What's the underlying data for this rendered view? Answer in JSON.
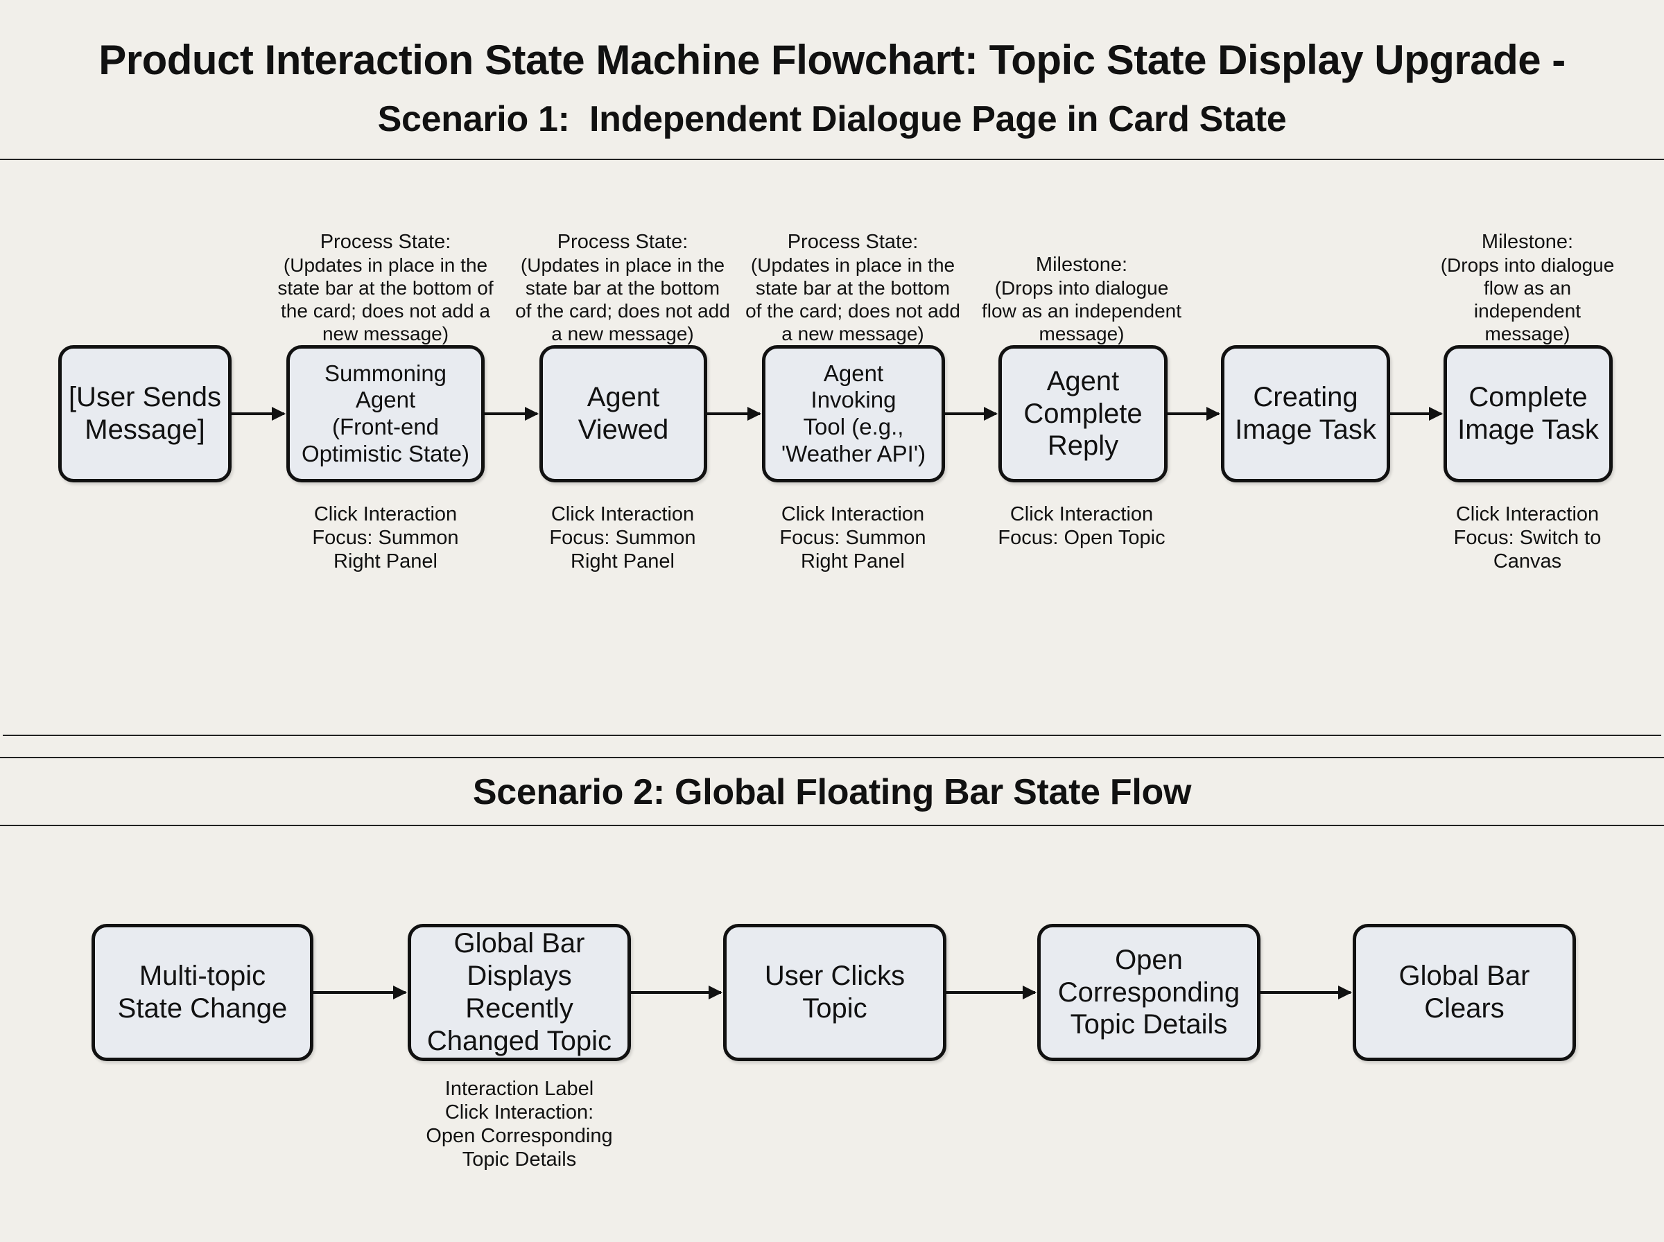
{
  "title": {
    "line1": "Product Interaction State Machine Flowchart: Topic State Display Upgrade -",
    "line2": "Scenario 1:  Independent Dialogue Page in Card State"
  },
  "scenario1": {
    "nodes": [
      {
        "label": "[User Sends\nMessage]"
      },
      {
        "label": "Summoning\nAgent\n(Front-end\nOptimistic State)"
      },
      {
        "label": "Agent\nViewed"
      },
      {
        "label": "Agent\nInvoking\nTool (e.g.,\n'Weather API')"
      },
      {
        "label": "Agent\nComplete\nReply"
      },
      {
        "label": "Creating\nImage Task"
      },
      {
        "label": "Complete\nImage Task"
      }
    ],
    "top_notes": [
      {
        "title": "Process State:",
        "body": "(Updates in place in the\nstate bar at the bottom of\nthe card; does not add a\nnew message)"
      },
      {
        "title": "Process State:",
        "body": "(Updates in place in the\nstate bar at the bottom\nof the card; does not add\na new message)"
      },
      {
        "title": "Process State:",
        "body": "(Updates in place in the\nstate bar at the bottom\nof the card; does not add\na new message)"
      },
      {
        "title": "Milestone:",
        "body": "(Drops into dialogue\nflow as an independent\nmessage)"
      },
      {
        "title": "Milestone:",
        "body": "(Drops into dialogue\nflow as an\nindependent\nmessage)"
      }
    ],
    "bottom_notes": [
      {
        "text": "Click Interaction\nFocus: Summon\nRight Panel"
      },
      {
        "text": "Click Interaction\nFocus: Summon\nRight Panel"
      },
      {
        "text": "Click Interaction\nFocus: Summon\nRight Panel"
      },
      {
        "text": "Click Interaction\nFocus: Open Topic"
      },
      {
        "text": "Click Interaction\nFocus: Switch to\nCanvas"
      }
    ]
  },
  "scenario2": {
    "title": "Scenario 2: Global Floating Bar State Flow",
    "nodes": [
      {
        "label": "Multi-topic\nState Change"
      },
      {
        "label": "Global Bar\nDisplays Recently\nChanged Topic"
      },
      {
        "label": "User Clicks\nTopic"
      },
      {
        "label": "Open\nCorresponding\nTopic Details"
      },
      {
        "label": "Global Bar\nClears"
      }
    ],
    "notes": [
      {
        "text": "Interaction Label\nClick Interaction:\nOpen Corresponding\nTopic Details"
      }
    ]
  }
}
